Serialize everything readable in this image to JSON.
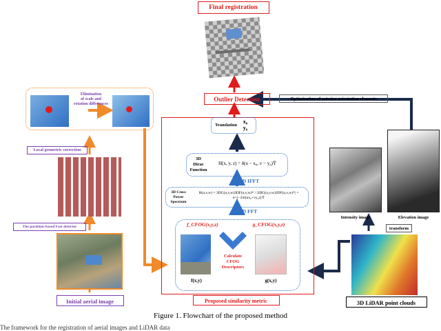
{
  "title": "Final   registration",
  "outlier": "Outlier  Detection",
  "optimization": "Optimization  of exterior orientation  elements",
  "translation": "Translation",
  "x0": "x₀",
  "y0": "y₀",
  "dirac": [
    "3D",
    "Dirac",
    "Function"
  ],
  "dirac_formula": "H(x, y, z) = δ(u − x₀, v − y₀)Ȳ",
  "ifft": "3D IFFT",
  "cps": [
    "3D Cross",
    "Power",
    "Spectrum"
  ],
  "cps_formula": "H(u,v,w) = 3DG(u,v,w)3DF(u,v,w)* / |3DG(u,v,w)3DF(u,v,w)*| = e^{−2πi(ux₀+vy₀)}Ȳ",
  "fft": "3D FFT",
  "f_cfog": "f_CFOG(x,y,z)",
  "g_cfog": "g_CFOG(x,y,z)",
  "calc": [
    "Calculate",
    "CFOG",
    "Descriptors"
  ],
  "fxy": "f(x,y)",
  "gxy": "g(x,y)",
  "similarity": "Proposed similarity metric",
  "elimination": [
    "Elimination",
    "of scale and",
    "rotation differences"
  ],
  "local": "Local geometric correction",
  "partition": "The partition-based Fast detector",
  "initial": "Initial aerial image",
  "intensity": "Intensity image",
  "elevation": "Elevation image",
  "transform": "transform",
  "lidar": "3D LiDAR point clouds",
  "caption": "Figure 1. Flowchart of the proposed method",
  "cut_text": "The framework for the registration of aerial images and LiDAR data",
  "colors": {
    "red": "#e01b1b",
    "blue": "#2f6fc4",
    "orange": "#f08a2a",
    "purple": "#7a3fb0",
    "navy": "#1b2a4a"
  }
}
